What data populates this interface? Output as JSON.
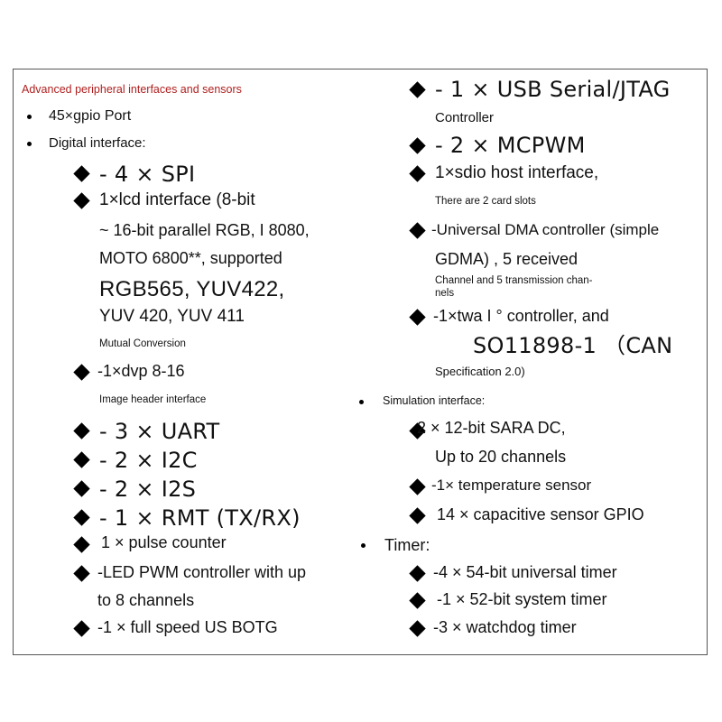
{
  "heading": "Advanced peripheral interfaces and sensors",
  "left": {
    "gpio": "45×gpio Port",
    "digital": "Digital interface:",
    "spi": "- 4 × SPI",
    "lcd_1": "1×lcd interface (8-bit",
    "lcd_2": "~ 16-bit parallel RGB, I 8080,",
    "lcd_3": "MOTO 6800**, supported",
    "lcd_4": "RGB565, YUV422,",
    "lcd_5": "YUV 420, YUV 411",
    "lcd_6": "Mutual Conversion",
    "dvp_1": "-1×dvp 8-16",
    "dvp_2": "Image header interface",
    "uart": "- 3 × UART",
    "i2c": "- 2 × I2C",
    "i2s": "- 2 × I2S",
    "rmt": "- 1 × RMT (TX/RX)",
    "pulse": "1 × pulse counter",
    "led_1": "-LED PWM controller with up",
    "led_2": "to 8 channels",
    "usb_otg": "-1 × full speed US BOTG"
  },
  "right": {
    "usb_1": "- 1 × USB Serial/JTAG",
    "usb_2": "Controller",
    "mcpwm": "- 2 × MCPWM",
    "sdio_1": "1×sdio host interface,",
    "sdio_2": "There are 2 card slots",
    "dma_1": "-Universal DMA controller (simple",
    "dma_2": "GDMA) , 5 received",
    "dma_3": "Channel and 5 transmission chan-",
    "dma_4": "nels",
    "twai_1": "-1×twa I ° controller, and",
    "twai_2": "SO11898-1 （CAN",
    "twai_3": "Specification 2.0)",
    "sim": "Simulation interface:",
    "adc_1": "2 × 12-bit SARA DC,",
    "adc_2": "Up to 20 channels",
    "temp": "-1× temperature sensor",
    "touch": "14 × capacitive sensor GPIO",
    "timer": "Timer:",
    "timer_1": "-4 × 54-bit universal timer",
    "timer_2": "-1 × 52-bit system timer",
    "timer_3": "-3 × watchdog timer"
  }
}
